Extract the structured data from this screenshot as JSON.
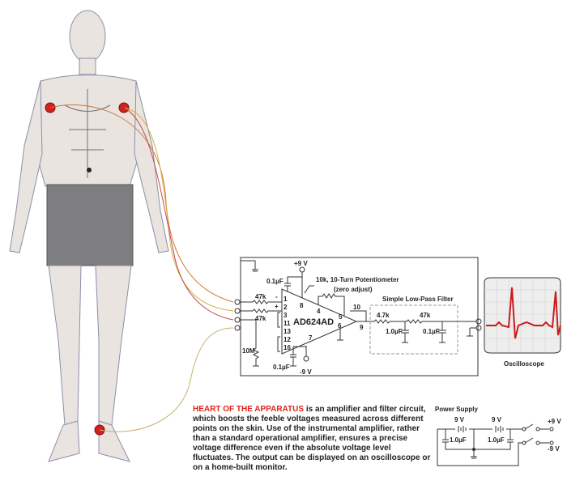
{
  "figure": {
    "electrodes": [
      "right-chest",
      "left-chest",
      "left-ankle"
    ],
    "electrode_color": "#d42020"
  },
  "circuit": {
    "plus_supply": "+9 V",
    "minus_supply": "-9 V",
    "cap_top": "0.1µF",
    "cap_bottom": "0.1µF",
    "pot_label": "10k, 10-Turn Potentiometer",
    "pot_sub": "(zero adjust)",
    "r_in1": "47k",
    "r_in2": "47k",
    "r_10m": "10M",
    "sign_minus": "-",
    "sign_plus": "+",
    "chip_name": "AD624AD",
    "pins": [
      "1",
      "2",
      "3",
      "11",
      "13",
      "12",
      "16",
      "8",
      "4",
      "5",
      "6",
      "7",
      "9",
      "10"
    ],
    "filter_title": "Simple Low-Pass Filter",
    "filter_r1": "4.7k",
    "filter_c1": "1.0µF",
    "filter_r2": "47k",
    "filter_c2": "0.1µF"
  },
  "oscilloscope": {
    "label": "Oscilloscope",
    "trace_color": "#cc1a1a"
  },
  "power_supply": {
    "title": "Power Supply",
    "battery1": "9 V",
    "battery2": "9 V",
    "cap1": "1.0µF",
    "cap2": "1.0µF",
    "out_plus": "+9 V",
    "out_minus": "-9 V"
  },
  "caption": {
    "heading": "HEART OF THE APPARATUS",
    "body": " is an amplifier and filter circuit, which boosts the feeble voltages measured across different points on the skin. Use of the instrumental amplifier, rather than a standard operational amplifier, ensures a precise voltage difference even if the absolute voltage level fluctuates.  The output can be displayed on an oscilloscope or on a home-built monitor."
  }
}
